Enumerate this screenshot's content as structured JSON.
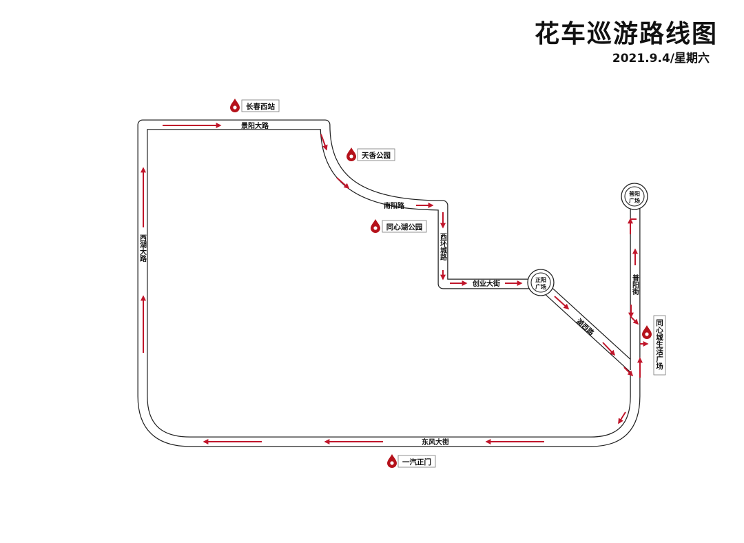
{
  "header": {
    "title": "花车巡游路线图",
    "subtitle": "2021.9.4/星期六"
  },
  "roads": {
    "jingyang": "景阳大路",
    "xihu": "西湖大路",
    "nanyang": "南阳路",
    "xihuan": "西环城路",
    "chuangye": "创业大街",
    "huxi": "湖西路",
    "puyang_street": "普阳街",
    "dongfeng": "东风大街"
  },
  "squares": {
    "zhengyang_line1": "正阳",
    "zhengyang_line2": "广场",
    "puyang_line1": "普阳",
    "puyang_line2": "广场"
  },
  "pois": {
    "changchun_west": "长春西站",
    "tianxiang_park": "天香公园",
    "tongxinhu_park": "同心湖公园",
    "yiqi_gate": "一汽正门",
    "tongxin_life_square": "同心城生活广场"
  },
  "colors": {
    "route_arrow": "#c0152a",
    "road_outline": "#222222",
    "pin": "#b5121b"
  }
}
